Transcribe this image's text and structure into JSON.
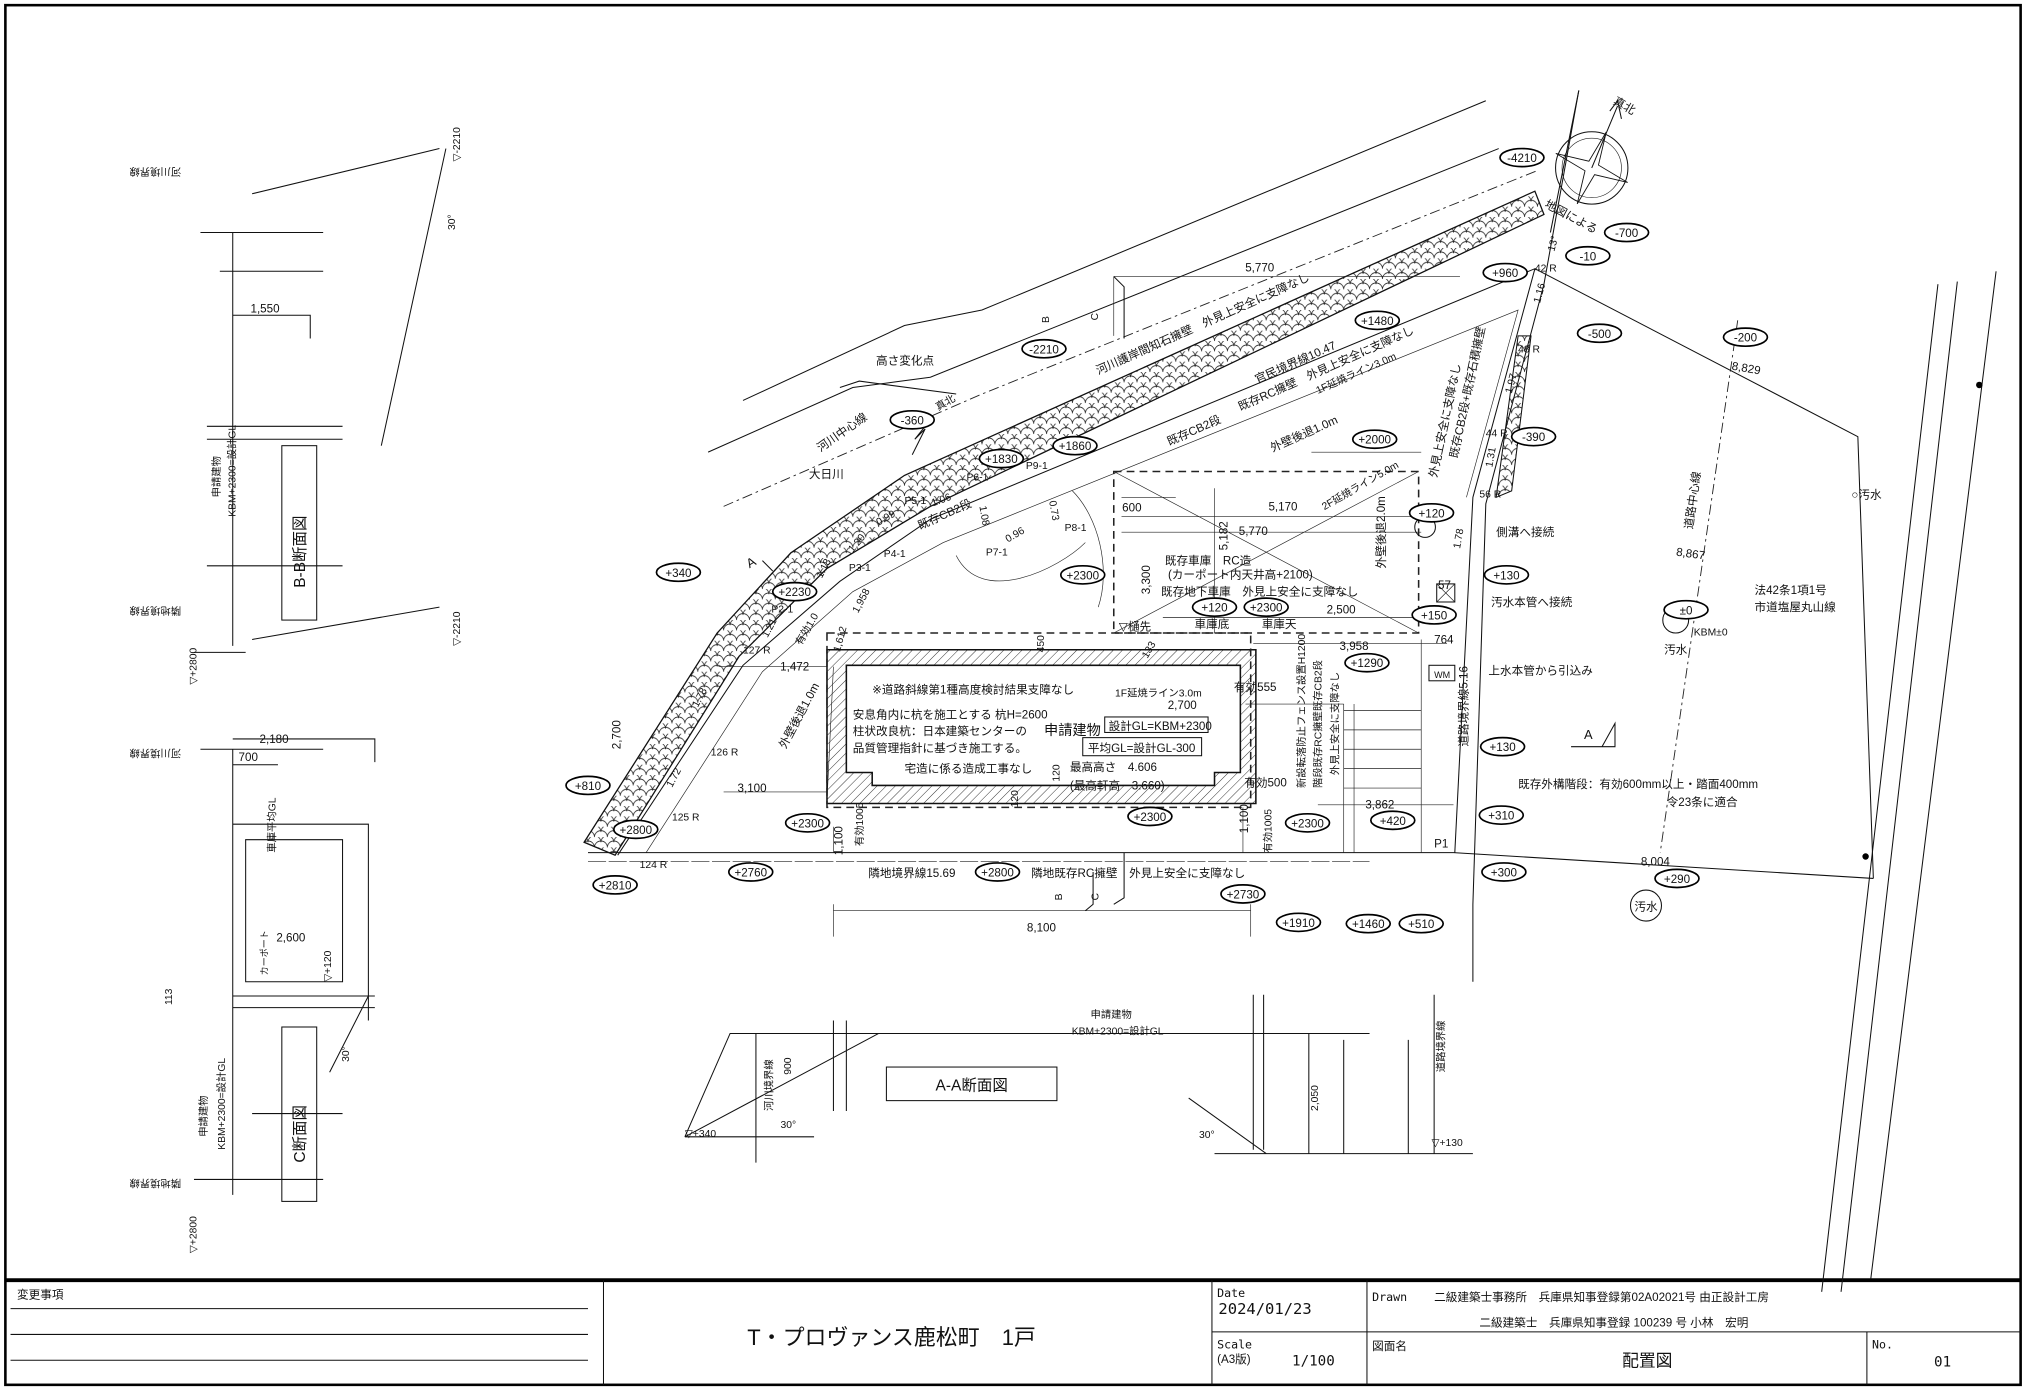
{
  "title_block": {
    "change_label": "変更事項",
    "project": "T・プロヴァンス鹿松町　1戸",
    "date_label": "Date",
    "date": "2024/01/23",
    "drawn_label": "Drawn",
    "office": "二級建築士事務所　兵庫県知事登録第02A02021号 由正設計工房",
    "architect": "二級建築士　兵庫県知事登録 100239 号 小林　宏明",
    "scale_label": "Scale",
    "scale_paper": "(A3版)",
    "scale": "1/100",
    "drawing_name_label": "図面名",
    "drawing_name": "配置図",
    "no_label": "No.",
    "no": "01"
  },
  "plan": {
    "elevations": [
      "-4210",
      "+960",
      "-10",
      "-700",
      "-500",
      "-200",
      "-2210",
      "+1480",
      "-360",
      "+1830",
      "+1860",
      "+2000",
      "-390",
      "+120",
      "+340",
      "+2230",
      "+2300",
      "+120",
      "+2300",
      "+130",
      "+150",
      "+1290",
      "+130",
      "+810",
      "+2800",
      "+2300",
      "+2300",
      "+2300",
      "+420",
      "+310",
      "+2810",
      "+2760",
      "+2800",
      "+2730",
      "+300",
      "+290",
      "+1910",
      "+1460",
      "+510",
      "±0"
    ],
    "labels": {
      "height_change": "高さ変化点",
      "river_center": "河川中心線",
      "river_name": "大日川",
      "true_north_small": "真北",
      "river_wall": "河川護岸間知石擁壁　外見上安全に支障なし",
      "public_boundary": "官民境界線10.47",
      "rc_wall": "既存RC擁壁　外見上安全に支障なし",
      "fire_line_1f_top": "1F延焼ライン3.0m",
      "cb2_a": "既存CB2段",
      "cb2_b": "既存CB2段",
      "setback_top": "外壁後退1.0m",
      "fire_line_2f": "2F延焼ライン5.0m",
      "safe_right": "外見上安全に支障なし",
      "cb2_stone": "既存CB2段+既存石積擁壁",
      "garage": "既存車庫　RC造",
      "carport": "(カーポート内天井高+2100)",
      "underground": "既存地下車庫　外見上安全に支障なし",
      "garage_bottom": "車庫底",
      "garage_top": "車庫天",
      "eaves": "▽樋先",
      "setback_2m": "外壁後退2.0m",
      "gutter": "側溝へ接続",
      "sewer": "汚水本管へ接続",
      "water": "上水本管から引込み",
      "law": "法42条1項1号",
      "road_name": "市道塩屋丸山線",
      "kbm": "KBM±0",
      "sewage_a": "汚水",
      "sewage_b": "○汚水",
      "sewage_c": "汚水",
      "road_center": "道路中心線",
      "stairs": "既存外構階段：有効600mm以上・踏面400mm",
      "stairs_law": "令23条に適合",
      "section_a_mark": "A",
      "section_a_mark2": "A",
      "road_boundary": "道路境界線5.16",
      "road_slope": "※道路斜線第1種高度検討結果支障なし",
      "fire_line_1f": "1F延焼ライン3.0m",
      "pile1": "安息角内に杭を施工とする 杭H=2600",
      "pile2": "柱状改良杭：日本建築センターの",
      "pile3": "品質管理指針に基づき施工する。",
      "building": "申請建物",
      "design_gl": "設計GL=KBM+2300",
      "avg_gl": "平均GL=設計GL-300",
      "max_height": "最高高さ　4.606",
      "max_eaves": "(最高軒高　3.660)",
      "no_grading": "宅造に係る造成工事なし",
      "eff555": "有効555",
      "eff500": "有効500",
      "fence": "新設転落防止フェンス設置H1200",
      "stair_wall": "階段既存RC擁壁既存CB2段",
      "stair_safe": "外見上安全に支障なし",
      "neighbor_boundary": "隣地境界線15.69",
      "neighbor_wall": "隣地既存RC擁壁　外見上安全に支障なし",
      "setback_left": "外壁後退1.0m",
      "eff1005_a": "有効1005",
      "eff1005_b": "有効1005",
      "eff1_0": "有効1.0",
      "map_note": "地図による",
      "true_north": "真北",
      "wm": "WM",
      "p1": "P1",
      "b_mark": "B",
      "c_mark": "C",
      "b_mark2": "B",
      "c_mark2": "C",
      "p2": "P2-1",
      "p3": "P3-1",
      "p4": "P4-1",
      "p5": "P5-1",
      "p6": "P6-1",
      "p7": "P7-1",
      "p8": "P8-1",
      "p9": "P9-1",
      "angle13": "13°"
    },
    "dims": {
      "d5770_top": "5,770",
      "d5170": "5,170",
      "d5770": "5,770",
      "d600": "600",
      "d5182": "5,182",
      "d3300": "3,300",
      "d2500": "2,500",
      "d3958": "3,958",
      "d764": "764",
      "d2700_b": "2,700",
      "d3862": "3,862",
      "d1100_a": "1,100",
      "d1100_b": "1,100",
      "d8100": "8,100",
      "d1472": "1,472",
      "d3100": "3,100",
      "d2700_l": "2,700",
      "d450": "450",
      "d120_a": "120",
      "d120_b": "120",
      "d133": "133",
      "r127": "127 R",
      "r126": "126 R",
      "r125": "125 R",
      "r124": "124 R",
      "s178": "1.78",
      "s172": "1.72",
      "s121": "1.21",
      "s118": "1.18",
      "s1958": "1,958",
      "s1612": "1,612",
      "s120": "1.20",
      "s099": "0.99",
      "s106": "1.06",
      "s073": "0.73",
      "s096": "0.96",
      "s108": "1.08",
      "r42": "42 R",
      "s116": "1.16",
      "r48": "48 R",
      "s197": "1.97",
      "r44": "44 R",
      "s131": "1.31",
      "r56": "56 R",
      "s178r": "1.78",
      "n57": "57",
      "d8829": "8,829",
      "d8867": "8,867",
      "d8004": "8,004"
    }
  },
  "section_bb": {
    "title": "B-B断面図",
    "river_boundary": "河川境界線",
    "dim": "1,550",
    "building": "申請建物",
    "building_gl": "KBM+2300=設計GL",
    "neighbor_boundary": "隣地境界線",
    "elev_low": "▽+2800",
    "elev_top": "▽-2210",
    "elev_top2": "▽-2210",
    "angle": "30°"
  },
  "section_c": {
    "title": "C断面図",
    "river_boundary": "河川境界線",
    "dim_2180": "2,180",
    "dim_700": "700",
    "garage_gl": "車庫平均GL",
    "dim_2600": "2,600",
    "carport": "カーポート",
    "elev_120": "▽+120",
    "dim_113": "113",
    "building": "申請建物",
    "building_gl": "KBM+2300=設計GL",
    "neighbor_boundary": "隣地境界線",
    "elev_low": "▽+2800",
    "angle": "30°"
  },
  "section_aa": {
    "title": "A-A断面図",
    "building": "申請建物",
    "building_gl": "KBM+2300=設計GL",
    "river_boundary": "河川境界線",
    "dim_900": "900",
    "elev_left": "▽+340",
    "angle_left": "30°",
    "angle_right": "30°",
    "dim_2050": "2,050",
    "road_boundary": "道路境界線",
    "elev_right": "▽+130"
  }
}
